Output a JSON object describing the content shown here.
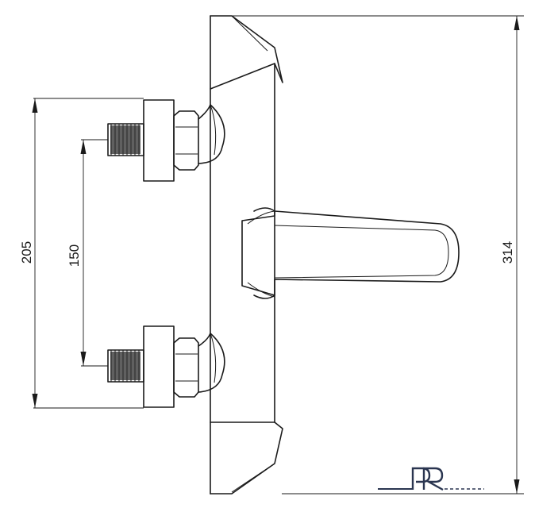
{
  "dimensions": {
    "outer_inlet_height": "205",
    "inlet_spacing": "150",
    "overall_height": "314"
  },
  "logo": {
    "text": "PR",
    "color": "#2a3550"
  },
  "colors": {
    "line": "#1a1a1a",
    "background": "#ffffff"
  }
}
